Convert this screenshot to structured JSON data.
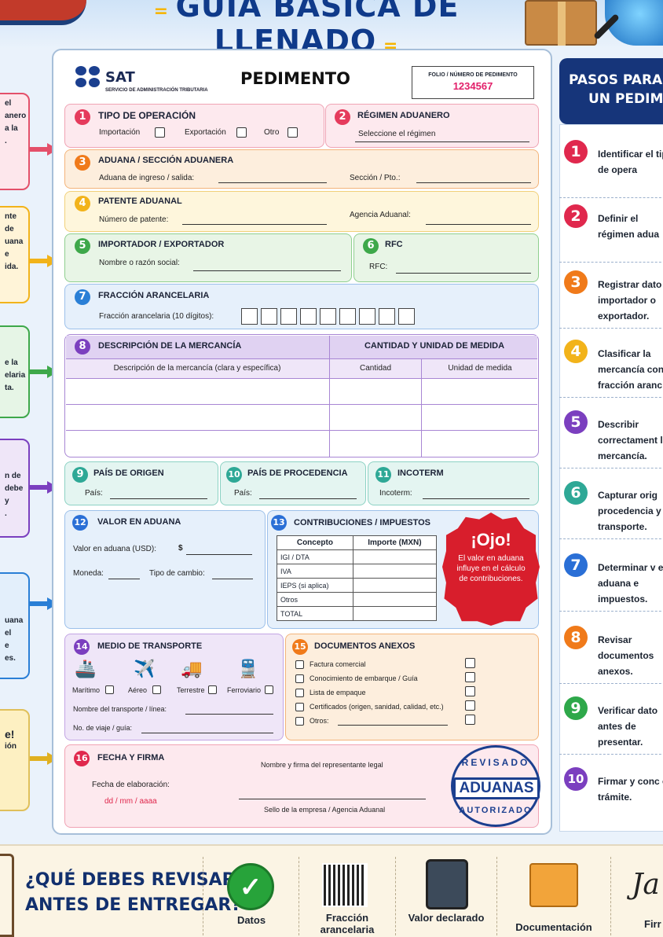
{
  "title": "GUÍA BÁSICA DE LLENADO",
  "form": {
    "logo_text": "SAT",
    "logo_subtitle": "SERVICIO DE ADMINISTRACIÓN TRIBUTARIA",
    "doc_title": "PEDIMENTO",
    "folio_label": "FOLIO / NÚMERO DE PEDIMENTO",
    "folio_value": "1234567",
    "s1": {
      "num": "1",
      "title": "TIPO DE OPERACIÓN",
      "opt1": "Importación",
      "opt2": "Exportación",
      "opt3": "Otro"
    },
    "s2": {
      "num": "2",
      "title": "RÉGIMEN ADUANERO",
      "select": "Seleccione el régimen"
    },
    "s3": {
      "num": "3",
      "title": "ADUANA / SECCIÓN ADUANERA",
      "field1": "Aduana de ingreso / salida:",
      "field2": "Sección / Pto.:"
    },
    "s4": {
      "num": "4",
      "title": "PATENTE ADUANAL",
      "field1": "Número de patente:",
      "field2": "Agencia Aduanal:"
    },
    "s5": {
      "num": "5",
      "title": "IMPORTADOR / EXPORTADOR",
      "field1": "Nombre o razón social:"
    },
    "s6": {
      "num": "6",
      "title": "RFC",
      "field1": "RFC:"
    },
    "s7": {
      "num": "7",
      "title": "FRACCIÓN ARANCELARIA",
      "field1": "Fracción arancelaria (10 dígitos):"
    },
    "s8": {
      "num": "8",
      "title": "DESCRIPCIÓN DE LA MERCANCÍA",
      "title2": "CANTIDAD Y UNIDAD DE MEDIDA",
      "col1": "Descripción de la mercancía (clara y específica)",
      "col2": "Cantidad",
      "col3": "Unidad de medida"
    },
    "s9": {
      "num": "9",
      "title": "PAÍS DE ORIGEN",
      "field1": "País:"
    },
    "s10": {
      "num": "10",
      "title": "PAÍS DE PROCEDENCIA",
      "field1": "País:"
    },
    "s11": {
      "num": "11",
      "title": "INCOTERM",
      "field1": "Incoterm:"
    },
    "s12": {
      "num": "12",
      "title": "VALOR EN ADUANA",
      "field1": "Valor en aduana (USD):",
      "currency": "$",
      "field2": "Moneda:",
      "field3": "Tipo de cambio:"
    },
    "s13": {
      "num": "13",
      "title": "CONTRIBUCIONES / IMPUESTOS",
      "col1": "Concepto",
      "col2": "Importe (MXN)",
      "rows": [
        "IGI / DTA",
        "IVA",
        "IEPS (si aplica)",
        "Otros",
        "TOTAL"
      ]
    },
    "ojo": {
      "title": "¡Ojo!",
      "text": "El valor en aduana influye en el cálculo de contribuciones."
    },
    "s14": {
      "num": "14",
      "title": "MEDIO DE TRANSPORTE",
      "m1": "Marítimo",
      "m2": "Aéreo",
      "m3": "Terrestre",
      "m4": "Ferroviario",
      "field1": "Nombre del transporte / línea:",
      "field2": "No. de viaje / guía:"
    },
    "s15": {
      "num": "15",
      "title": "DOCUMENTOS ANEXOS",
      "docs": [
        "Factura comercial",
        "Conocimiento de embarque / Guía",
        "Lista de empaque",
        "Certificados (origen, sanidad, calidad, etc.)",
        "Otros:"
      ]
    },
    "s16": {
      "num": "16",
      "title": "FECHA Y FIRMA",
      "field1": "Fecha de elaboración:",
      "date": "dd / mm / aaaa",
      "sign": "Nombre y firma del representante legal",
      "seal": "Sello de la empresa / Agencia Aduanal"
    },
    "stamp": {
      "top": "REVISADO",
      "mid": "ADUANAS",
      "bottom": "AUTORIZADO"
    }
  },
  "callouts": [
    {
      "lines": [
        "el",
        "anero",
        "a la",
        "."
      ]
    },
    {
      "lines": [
        "nte",
        "de",
        "uana",
        "e",
        "ida."
      ]
    },
    {
      "lines": [
        "e la",
        "elaria",
        "ta."
      ]
    },
    {
      "lines": [
        "n de",
        "debe",
        "y",
        "."
      ]
    },
    {
      "lines": [
        "uana",
        "el",
        "e",
        "es."
      ]
    },
    {
      "lines": [
        "e!",
        "",
        "ión"
      ]
    }
  ],
  "steps_title": [
    "PASOS PARA",
    "UN PEDIM"
  ],
  "steps": [
    {
      "num": "1",
      "text": "Identificar el tipo de opera",
      "color": "#e0284d"
    },
    {
      "num": "2",
      "text": "Definir el régimen adua",
      "color": "#e0284d"
    },
    {
      "num": "3",
      "text": "Registrar dato importador o exportador.",
      "color": "#f07a1a"
    },
    {
      "num": "4",
      "text": "Clasificar la mercancía con fracción aranc",
      "color": "#f2b31a"
    },
    {
      "num": "5",
      "text": "Describir correctament la mercancía.",
      "color": "#7b3fbf"
    },
    {
      "num": "6",
      "text": "Capturar orig procedencia y transporte.",
      "color": "#2ea896"
    },
    {
      "num": "7",
      "text": "Determinar v en aduana e impuestos.",
      "color": "#2a6fd6"
    },
    {
      "num": "8",
      "text": "Revisar documentos anexos.",
      "color": "#f07a1a"
    },
    {
      "num": "9",
      "text": "Verificar dato antes de presentar.",
      "color": "#2ea84a"
    },
    {
      "num": "10",
      "text": "Firmar y conc el trámite.",
      "color": "#7b3fbf"
    }
  ],
  "bottom": {
    "title_l1": "¿QUÉ DEBES REVISAR",
    "title_l2": "ANTES DE ENTREGAR?",
    "items": [
      "Datos",
      "Fracción arancelaria",
      "Valor declarado",
      "Documentación",
      "Firr"
    ]
  },
  "colors": {
    "s1": "#e53b5c",
    "s3": "#f07a1a",
    "s4": "#f2b31a",
    "s5": "#3ea84a",
    "s7": "#2a7fd6",
    "s8": "#7b3fbf",
    "s9": "#2ea896",
    "s12": "#2a6fd6",
    "s14": "#7b3fbf",
    "s15": "#f07a1a",
    "s16": "#e0284d"
  }
}
